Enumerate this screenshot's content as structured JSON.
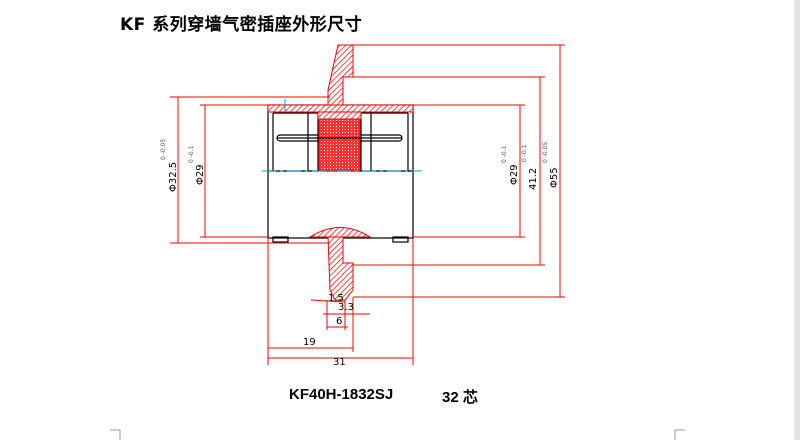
{
  "title": "KF 系列穿墙气密插座外形尺寸",
  "caption": {
    "model": "KF40H-1832SJ",
    "cores": "32 芯"
  },
  "dimensions": {
    "d_outer_left": "Φ32.5",
    "d_outer_left_tol": "0 -0.05",
    "d_inner_left": "Φ29",
    "d_inner_left_tol": "0 -0.1",
    "d_inner_right": "Φ29",
    "d_inner_right_tol": "0 -0.1",
    "d_mid_right": "41.2",
    "d_mid_right_tol": "0 -0.1",
    "d_flange": "Φ55",
    "d_flange_tol": "0 -0.05",
    "len_1_5": "1.5",
    "len_3_3": "3.3",
    "len_6": "6",
    "len_19": "19",
    "len_31": "31"
  },
  "colors": {
    "dimension": "#ff0000",
    "outline": "#000000",
    "centerline": "#00a0e0"
  }
}
